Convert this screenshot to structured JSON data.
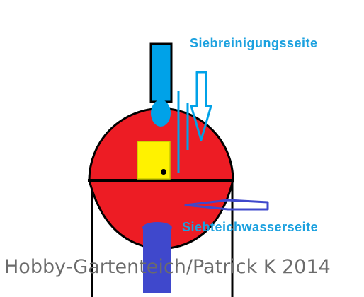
{
  "labels": {
    "sieve_cleaning_side": "Siebreinigungsseite",
    "pond_water_side": "Siebteichwasserseite"
  },
  "watermark": "Hobby-Gartenteich/Patrick K 2014",
  "colors": {
    "housing": "#ed1c24",
    "outline": "#000000",
    "pipe": "#00a2e8",
    "outlet": "#3f48cc",
    "sieve_box": "#fff200",
    "label_text": "#1ca1df",
    "watermark_text": "#6b6b6b"
  }
}
